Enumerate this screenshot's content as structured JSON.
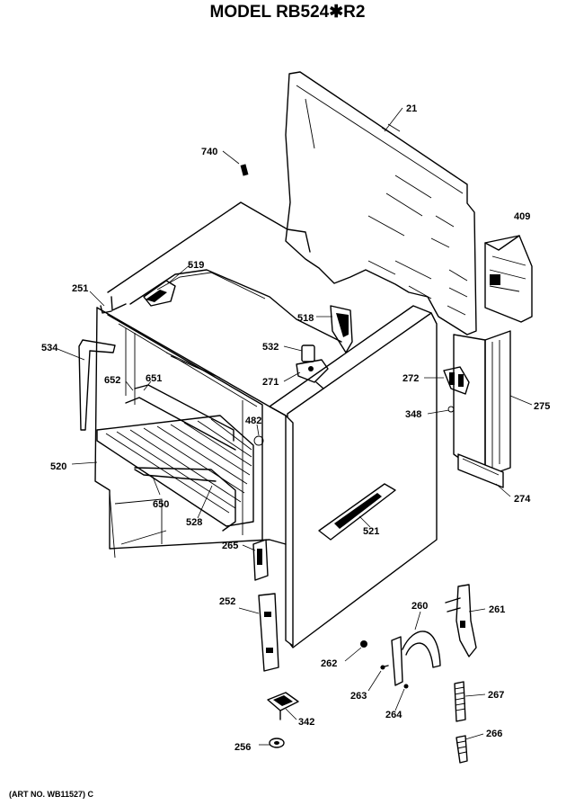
{
  "title": "MODEL RB524✱R2",
  "art_number": "(ART NO. WB11527) C",
  "parts": {
    "p21": "21",
    "p740": "740",
    "p409": "409",
    "p519": "519",
    "p251": "251",
    "p518": "518",
    "p534": "534",
    "p532": "532",
    "p271": "271",
    "p272": "272",
    "p275": "275",
    "p652": "652",
    "p651": "651",
    "p348": "348",
    "p482": "482",
    "p520": "520",
    "p274": "274",
    "p650": "650",
    "p528": "528",
    "p521": "521",
    "p265": "265",
    "p252": "252",
    "p260": "260",
    "p261": "261",
    "p262": "262",
    "p263": "263",
    "p267": "267",
    "p264": "264",
    "p342": "342",
    "p266": "266",
    "p256": "256"
  }
}
